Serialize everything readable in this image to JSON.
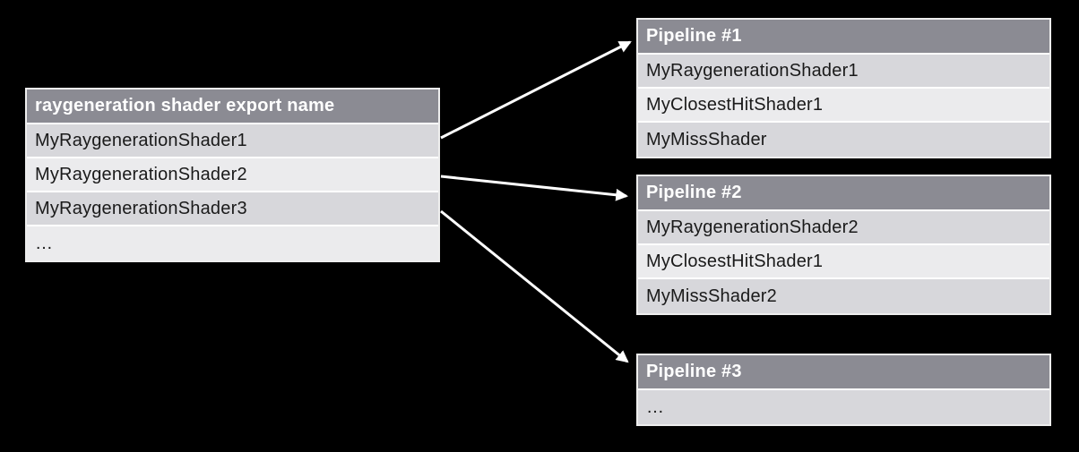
{
  "colors": {
    "background": "#000000",
    "table_header_bg": "#8b8b93",
    "table_header_text": "#ffffff",
    "row_dark": "#d7d7db",
    "row_light": "#ebebed",
    "row_text": "#1a1a1a",
    "table_border": "#eeeeee",
    "arrow": "#ffffff"
  },
  "left_table": {
    "header": "raygeneration shader export name",
    "rows": [
      "MyRaygenerationShader1",
      "MyRaygenerationShader2",
      "MyRaygenerationShader3",
      "…"
    ]
  },
  "pipelines": [
    {
      "title": "Pipeline #1",
      "rows": [
        "MyRaygenerationShader1",
        "MyClosestHitShader1",
        "MyMissShader"
      ]
    },
    {
      "title": "Pipeline #2",
      "rows": [
        "MyRaygenerationShader2",
        "MyClosestHitShader1",
        "MyMissShader2"
      ]
    },
    {
      "title": "Pipeline #3",
      "rows": [
        "…"
      ]
    }
  ],
  "connections": [
    {
      "from": "MyRaygenerationShader1",
      "to": "Pipeline #1"
    },
    {
      "from": "MyRaygenerationShader2",
      "to": "Pipeline #2"
    },
    {
      "from": "MyRaygenerationShader3",
      "to": "Pipeline #3"
    }
  ]
}
